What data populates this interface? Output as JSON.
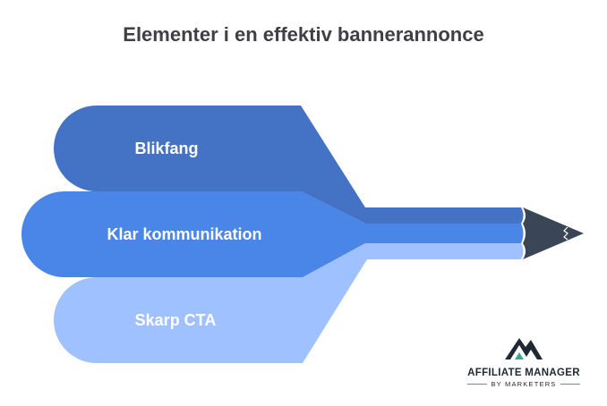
{
  "title": "Elementer i en effektiv bannerannonce",
  "layers": [
    {
      "label": "Blikfang",
      "color": "#4472c4"
    },
    {
      "label": "Klar kommunikation",
      "color": "#4a86e8"
    },
    {
      "label": "Skarp CTA",
      "color": "#9fc1ff"
    }
  ],
  "pencil_tip_color": "#3a4556",
  "logo": {
    "name": "AFFILIATE MANAGER",
    "sub": "BY MARKETERS",
    "mark_color": "#1f2933",
    "accent_color": "#3aa88a"
  }
}
